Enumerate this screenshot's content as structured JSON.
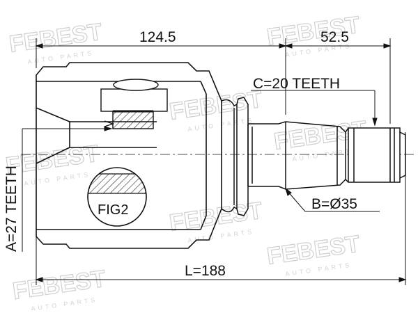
{
  "watermark": {
    "brand": "FEBEST",
    "tagline": "AUTO PARTS"
  },
  "dimensions": {
    "body_length": "124.5",
    "shaft_length": "52.5",
    "total_length": "L=188",
    "outer_teeth": "C=20 TEETH",
    "inner_teeth": "A=27 TEETH",
    "diameter": "B=Ø35",
    "figure_label": "FIG2"
  }
}
